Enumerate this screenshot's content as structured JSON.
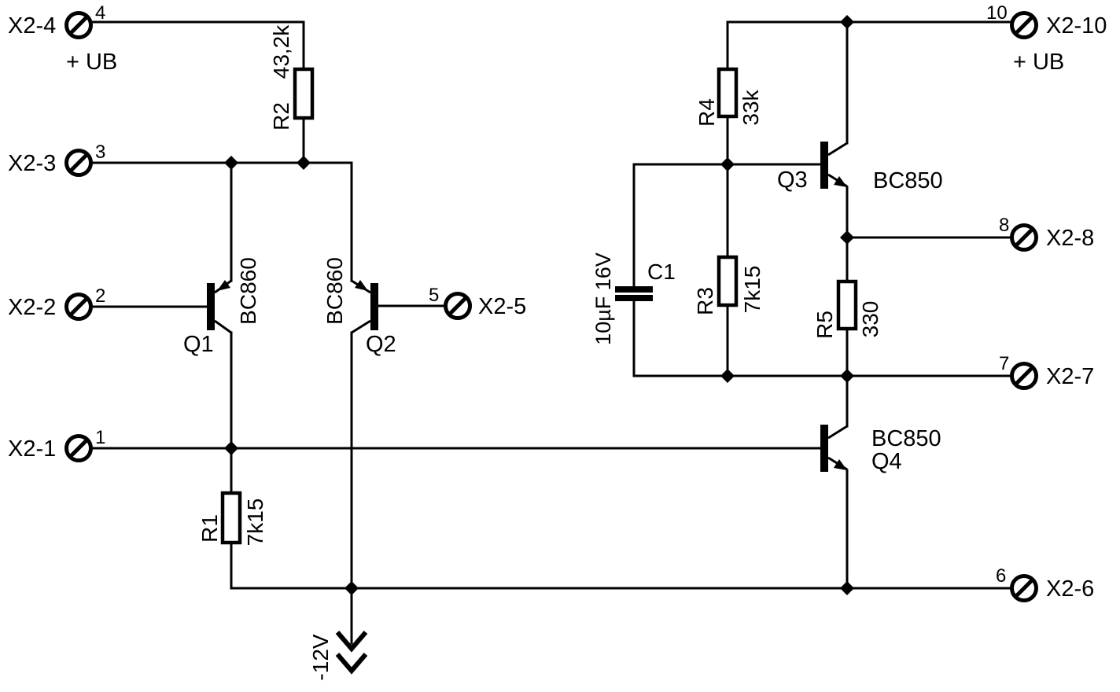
{
  "schematic": {
    "colors": {
      "ink": "#000000",
      "background": "#ffffff"
    },
    "supplies": {
      "left_positive": "+ UB",
      "right_positive": "+ UB",
      "negative_rail": "-12V"
    },
    "terminals": [
      {
        "name": "X2-4",
        "pin": "4"
      },
      {
        "name": "X2-3",
        "pin": "3"
      },
      {
        "name": "X2-2",
        "pin": "2"
      },
      {
        "name": "X2-1",
        "pin": "1"
      },
      {
        "name": "X2-5",
        "pin": "5"
      },
      {
        "name": "X2-10",
        "pin": "10"
      },
      {
        "name": "X2-8",
        "pin": "8"
      },
      {
        "name": "X2-7",
        "pin": "7"
      },
      {
        "name": "X2-6",
        "pin": "6"
      }
    ],
    "resistors": [
      {
        "ref": "R1",
        "value": "7k15"
      },
      {
        "ref": "R2",
        "value": "43,2k"
      },
      {
        "ref": "R3",
        "value": "7k15"
      },
      {
        "ref": "R4",
        "value": "33k"
      },
      {
        "ref": "R5",
        "value": "330"
      }
    ],
    "capacitors": [
      {
        "ref": "C1",
        "value": "10µF 16V"
      }
    ],
    "transistors": [
      {
        "ref": "Q1",
        "part": "BC860",
        "type": "PNP"
      },
      {
        "ref": "Q2",
        "part": "BC860",
        "type": "PNP"
      },
      {
        "ref": "Q3",
        "part": "BC850",
        "type": "NPN"
      },
      {
        "ref": "Q4",
        "part": "BC850",
        "type": "NPN"
      }
    ]
  }
}
